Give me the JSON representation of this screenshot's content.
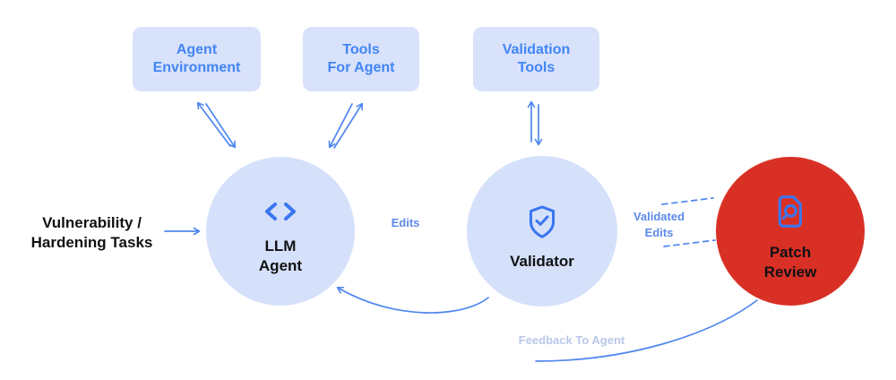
{
  "colors": {
    "background": "#ffffff",
    "box_fill": "#d8e2fb",
    "circle_fill": "#d5e1fa",
    "blue_text": "#4285f4",
    "arrow_blue": "#4e86ef",
    "icon_blue": "#3b76f0",
    "red": "#d93025",
    "black_text": "#101114",
    "label_blue": "#5c8ae9",
    "faded_label": "#b9c8ea"
  },
  "nodes": {
    "boxes": [
      {
        "label": "Agent\nEnvironment"
      },
      {
        "label": "Tools\nFor Agent"
      },
      {
        "label": "Validation\nTools"
      }
    ],
    "llm_agent": {
      "label": "LLM\nAgent",
      "icon": "code-icon"
    },
    "validator": {
      "label": "Validator",
      "icon": "shield-check-icon"
    },
    "patch_review": {
      "label": "Patch\nReview",
      "icon": "document-search-icon"
    }
  },
  "labels": {
    "input": "Vulnerability /\nHardening Tasks",
    "edits": "Edits",
    "validated_edits": "Validated\nEdits",
    "feedback": "Feedback To Agent"
  }
}
